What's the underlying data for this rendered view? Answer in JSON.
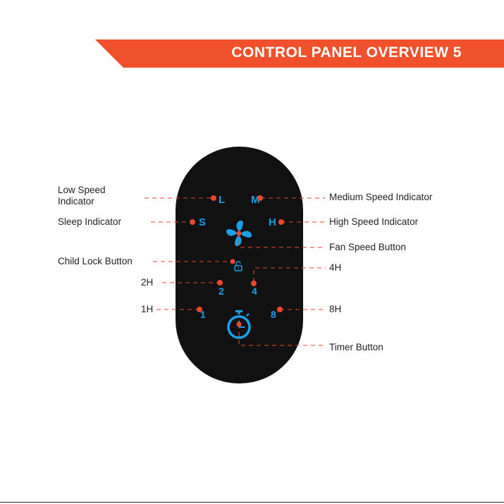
{
  "header": {
    "title": "CONTROL PANEL OVERVIEW  5"
  },
  "panel": {
    "indicators": {
      "low": "L",
      "medium": "M",
      "sleep": "S",
      "high": "H"
    },
    "timer_options": {
      "t1": "1",
      "t2": "2",
      "t4": "4",
      "t8": "8"
    }
  },
  "callouts": {
    "low_speed": "Low Speed\nIndicator",
    "medium_speed": "Medium Speed Indicator",
    "sleep": "Sleep Indicator",
    "high_speed": "High Speed Indicator",
    "fan_speed_button": "Fan Speed Button",
    "child_lock_button": "Child Lock Button",
    "h4": "4H",
    "h2": "2H",
    "h1": "1H",
    "h8": "8H",
    "timer_button": "Timer Button"
  },
  "colors": {
    "accent": "#f0502b",
    "panel": "#111111",
    "glyph": "#1aa0e6",
    "leader": "#e8492c",
    "text": "#222222"
  },
  "icons": [
    "fan-icon",
    "lock-icon",
    "stopwatch-icon"
  ]
}
